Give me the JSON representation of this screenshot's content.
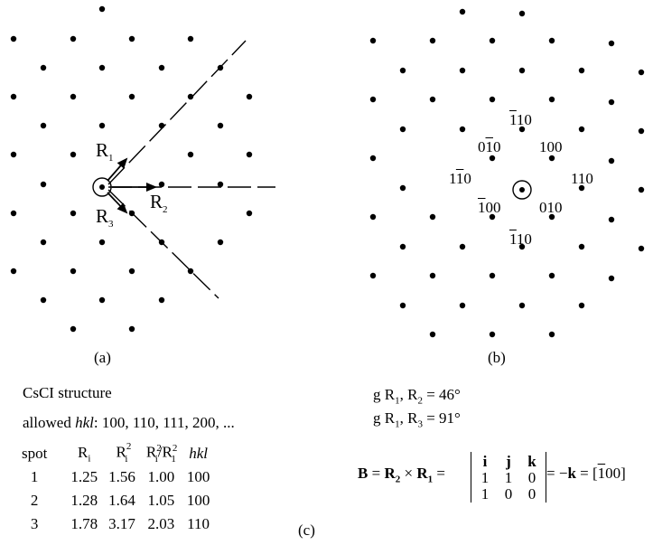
{
  "panel_a": {
    "label": "(a)",
    "vectors": [
      {
        "id": "R1",
        "letter": "R",
        "sub": "1"
      },
      {
        "id": "R2",
        "letter": "R",
        "sub": "2"
      },
      {
        "id": "R3",
        "letter": "R",
        "sub": "3"
      }
    ]
  },
  "panel_b": {
    "label": "(b)",
    "spot_labels": [
      {
        "id": "m110a",
        "bar": "1",
        "rest": "10",
        "pre": ""
      },
      {
        "id": "0m10",
        "pre": "0",
        "bar": "1",
        "rest": "0"
      },
      {
        "id": "100",
        "pre": "100",
        "bar": "",
        "rest": ""
      },
      {
        "id": "1m10",
        "pre": "1",
        "bar": "1",
        "rest": "0"
      },
      {
        "id": "110",
        "pre": "110",
        "bar": "",
        "rest": ""
      },
      {
        "id": "m100",
        "pre": "",
        "bar": "1",
        "rest": "00"
      },
      {
        "id": "010",
        "pre": "010",
        "bar": "",
        "rest": ""
      },
      {
        "id": "m110b",
        "pre": "",
        "bar": "1",
        "rest": "10"
      }
    ]
  },
  "panel_c": {
    "label": "(c)",
    "structure": "CsCI structure",
    "allowed_prefix": "allowed ",
    "allowed_hkl": "hkl",
    "allowed_suffix": ":  100, 110, 111, 200, ...",
    "table": {
      "header_spot": "spot",
      "header_r": "R",
      "header_r_sub": "i",
      "header_r2_sub": "i",
      "header_r2_sup": "2",
      "header_ratio_den_sub": "1",
      "header_hkl": "hkl",
      "rows": [
        {
          "spot": "1",
          "r": "1.25",
          "r2": "1.56",
          "ratio": "1.00",
          "hkl": "100"
        },
        {
          "spot": "2",
          "r": "1.28",
          "r2": "1.64",
          "ratio": "1.05",
          "hkl": "100"
        },
        {
          "spot": "3",
          "r": "1.78",
          "r2": "3.17",
          "ratio": "2.03",
          "hkl": "110"
        }
      ]
    },
    "angle1": {
      "prefix": "g R",
      "s1": "1",
      "mid": ", R",
      "s2": "2",
      "value": " = 46°"
    },
    "angle2": {
      "prefix": "g R",
      "s1": "1",
      "mid": ", R",
      "s2": "3",
      "value": " = 91°"
    },
    "cross": {
      "lhs_B": "B",
      "lhs_eq": " = ",
      "R2": "R",
      "R2_sub": "2",
      "times": " × ",
      "R1": "R",
      "R1_sub": "1",
      "eq2": " = ",
      "matrix": [
        [
          "i",
          "j",
          "k"
        ],
        [
          "1",
          "1",
          "0"
        ],
        [
          "1",
          "0",
          "0"
        ]
      ],
      "result_prefix": " = −",
      "result_k": "k",
      "result_eq": " = [",
      "result_bar": "1",
      "result_rest": "00]"
    }
  }
}
